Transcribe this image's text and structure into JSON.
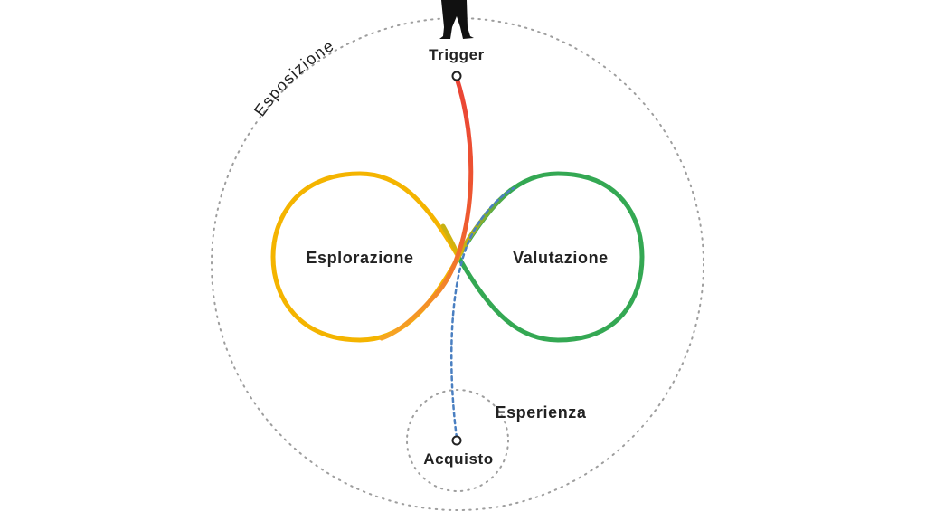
{
  "labels": {
    "exposure": "Esposizione",
    "trigger": "Trigger",
    "exploration": "Esplorazione",
    "evaluation": "Valutazione",
    "experience": "Esperienza",
    "purchase": "Acquisto"
  },
  "colors": {
    "exploration_loop": "#F4B400",
    "evaluation_loop": "#34A853",
    "trigger_path_top": "#EA4335",
    "trigger_path_bottom": "#F6A623",
    "purchase_path": "#4A7FC1",
    "dotted_boundary": "#9E9E9E",
    "text": "#222222"
  },
  "icons": {
    "top_figure": "person-silhouette-icon"
  }
}
